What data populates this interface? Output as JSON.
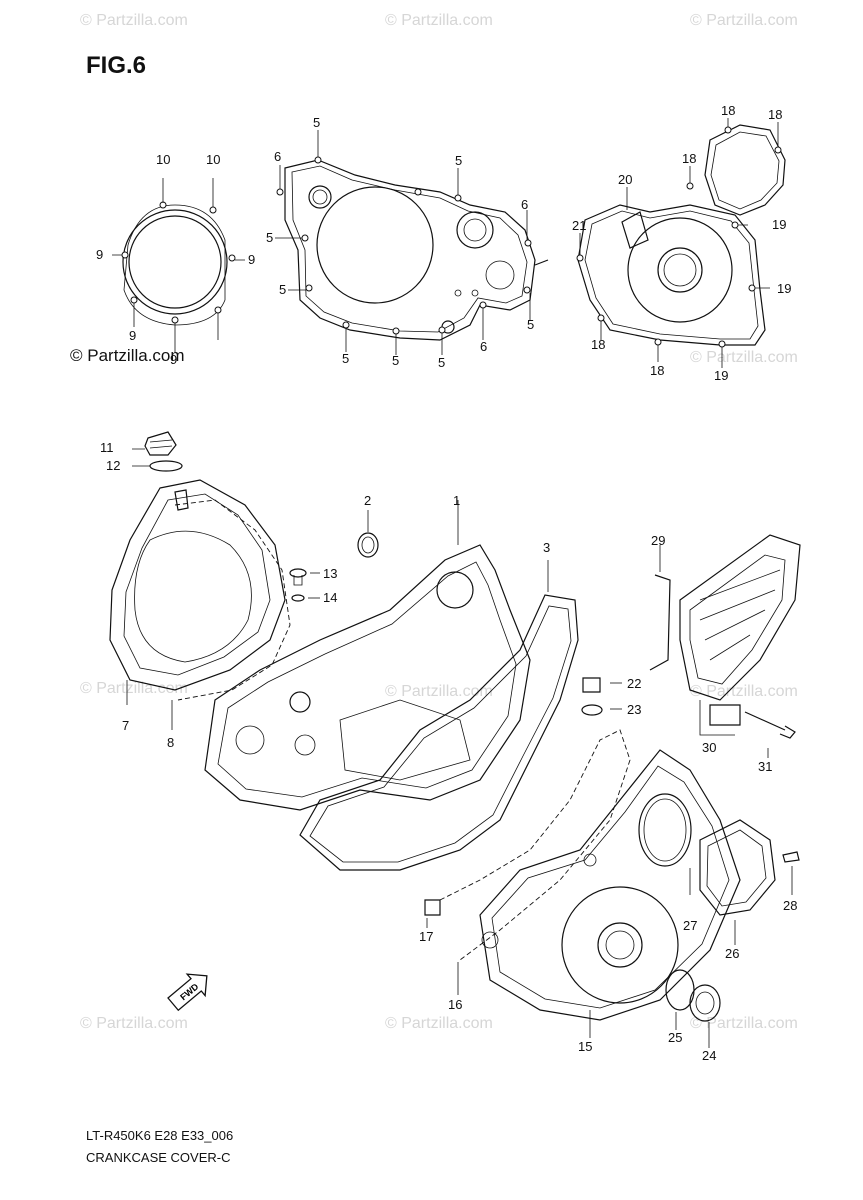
{
  "figure": {
    "title": "FIG.6"
  },
  "watermark": {
    "text": "© Partzilla.com",
    "highlighted": "© Partzilla.com"
  },
  "callouts": [
    {
      "id": "c10a",
      "text": "10"
    },
    {
      "id": "c10b",
      "text": "10"
    },
    {
      "id": "c9a",
      "text": "9"
    },
    {
      "id": "c9b",
      "text": "9"
    },
    {
      "id": "c9c",
      "text": "9"
    },
    {
      "id": "c9d",
      "text": "9"
    },
    {
      "id": "c5a",
      "text": "5"
    },
    {
      "id": "c6a",
      "text": "6"
    },
    {
      "id": "c5b",
      "text": "5"
    },
    {
      "id": "c5c",
      "text": "5"
    },
    {
      "id": "c5d",
      "text": "5"
    },
    {
      "id": "c6b",
      "text": "6"
    },
    {
      "id": "c5e",
      "text": "5"
    },
    {
      "id": "c6c",
      "text": "6"
    },
    {
      "id": "c5f",
      "text": "5"
    },
    {
      "id": "c5g",
      "text": "5"
    },
    {
      "id": "c5h",
      "text": "5"
    },
    {
      "id": "c18a",
      "text": "18"
    },
    {
      "id": "c18b",
      "text": "18"
    },
    {
      "id": "c18c",
      "text": "18"
    },
    {
      "id": "c20",
      "text": "20"
    },
    {
      "id": "c21",
      "text": "21"
    },
    {
      "id": "c19a",
      "text": "19"
    },
    {
      "id": "c19b",
      "text": "19"
    },
    {
      "id": "c18d",
      "text": "18"
    },
    {
      "id": "c18e",
      "text": "18"
    },
    {
      "id": "c19c",
      "text": "19"
    },
    {
      "id": "c11",
      "text": "11"
    },
    {
      "id": "c12",
      "text": "12"
    },
    {
      "id": "c2",
      "text": "2"
    },
    {
      "id": "c1",
      "text": "1"
    },
    {
      "id": "c3",
      "text": "3"
    },
    {
      "id": "c29",
      "text": "29"
    },
    {
      "id": "c13",
      "text": "13"
    },
    {
      "id": "c14",
      "text": "14"
    },
    {
      "id": "c22",
      "text": "22"
    },
    {
      "id": "c23",
      "text": "23"
    },
    {
      "id": "c7",
      "text": "7"
    },
    {
      "id": "c8",
      "text": "8"
    },
    {
      "id": "c30",
      "text": "30"
    },
    {
      "id": "c31",
      "text": "31"
    },
    {
      "id": "c28",
      "text": "28"
    },
    {
      "id": "c27",
      "text": "27"
    },
    {
      "id": "c26",
      "text": "26"
    },
    {
      "id": "c17",
      "text": "17"
    },
    {
      "id": "c16",
      "text": "16"
    },
    {
      "id": "c25",
      "text": "25"
    },
    {
      "id": "c24",
      "text": "24"
    },
    {
      "id": "c15",
      "text": "15"
    }
  ],
  "fwd_arrow": {
    "text": "FWD"
  },
  "footer": {
    "code": "LT-R450K6 E28 E33_006",
    "caption": "CRANKCASE COVER-C"
  }
}
